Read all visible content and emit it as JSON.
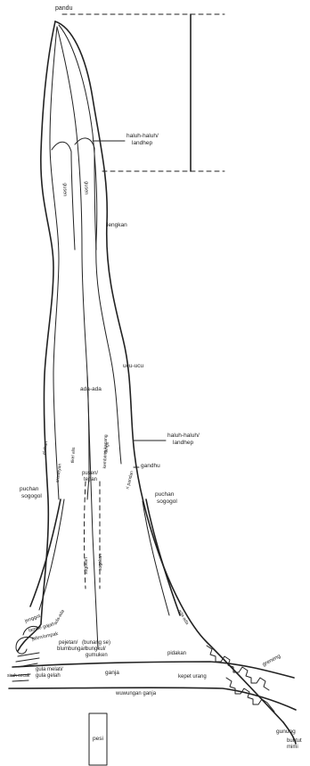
{
  "labels": {
    "pandu": "pandu",
    "haluh_top": "haluh-haluh/",
    "landhep_top": "landhep",
    "gusen_left": "gusen",
    "gusen_right": "gusen",
    "lengkan": "lengkan",
    "ucu_ucu": "ucu-ucu",
    "ada_ada": "ada-ada",
    "haluh_mid": "haluh-haluh/",
    "landhep_mid": "landhep",
    "gandhu": "gandhu",
    "puchan_left": "puchan",
    "sogogol_left": "sogogol",
    "puchan_right": "puchan",
    "sogogol_right": "sogogol",
    "pusen": "pusen/",
    "tenan": "tenan",
    "jenggot": "jenggot",
    "lambe_gajah": "lambe gajah",
    "jalen": "jalen",
    "jalen_ompak": "jalen/ompak",
    "pejetan": "pejetan/",
    "blumbungan": "blumbungan",
    "pidakan": "pidakan",
    "bungkul": "(bunang se)",
    "bungkul2": "bungkul/",
    "gumuken": "gumuken",
    "gula_melati": "gula melati/",
    "gula_gelah": "gula gelah",
    "ganja": "ganja",
    "sirah_cecak": "sirah cecak",
    "kepet_urang": "kepet urang",
    "wuwungan": "wuwungan ganja",
    "greneng": "greneng",
    "gunung": "gunung",
    "buntut": "buntut",
    "mimi": "mimi",
    "pesi": "pesi",
    "vertical_1": "elahan",
    "vertical_2": "sraweyan",
    "vertical_3": "tikel alis",
    "vertical_4": "kembang kacang",
    "vertical_5": "thingil",
    "vertical_6": "ri pandan",
    "vertical_7": "sogokan",
    "vertical_8": "sogokan",
    "vertical_9": "ada-ada",
    "vertical_10": "ada-ada"
  }
}
